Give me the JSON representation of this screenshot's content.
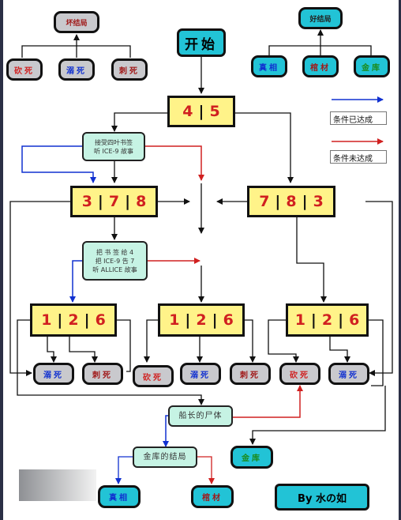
{
  "title": "开始",
  "groups": {
    "bad": "坏结局",
    "good": "好结局"
  },
  "bad_endings": [
    "砍死",
    "溺死",
    "刺死"
  ],
  "good_endings": [
    "真相",
    "棺材",
    "金库"
  ],
  "boxes": {
    "b45": [
      "4",
      "5"
    ],
    "b378": [
      "3",
      "7",
      "8"
    ],
    "b783": [
      "7",
      "8",
      "3"
    ],
    "b126": [
      "1",
      "2",
      "6"
    ]
  },
  "conditions": {
    "c1": [
      "接受四叶书签",
      "听 ICE-9 故事"
    ],
    "c2": [
      "把 书 签 给 4",
      "把 ICE-9 告 7",
      "听 ALLICE 故事"
    ]
  },
  "middle": {
    "body": "船长的尸体",
    "vault": "金库的结局"
  },
  "bottom_row": [
    "溺死",
    "刺死",
    "砍死",
    "溺死",
    "刺死",
    "砍死",
    "溺死"
  ],
  "final": [
    "真相",
    "棺材",
    "金库"
  ],
  "legend": {
    "met": "条件已达成",
    "unmet": "条件未达成"
  },
  "signature": "By  水の如",
  "colors": {
    "met_arrow": "#1030d0",
    "unmet_arrow": "#d02020",
    "box_fill": "#fff389",
    "cyan": "#22c3d6"
  }
}
